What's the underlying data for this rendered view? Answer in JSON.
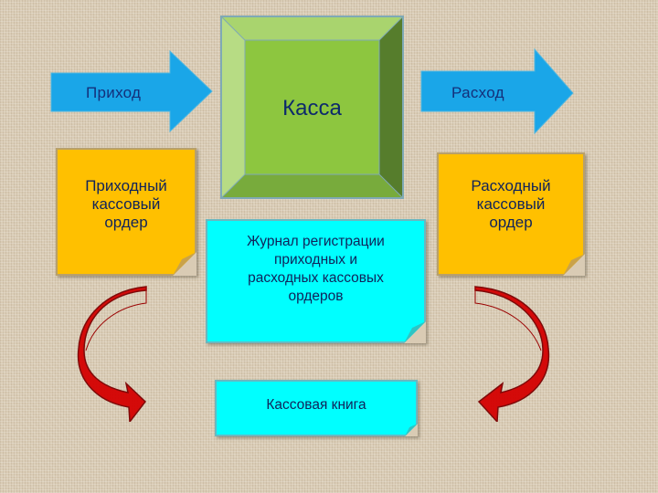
{
  "diagram": {
    "center_box": {
      "label": "Касса",
      "color": "#8dc63f"
    },
    "income_arrow": {
      "label": "Приход",
      "color": "#1aa6e8"
    },
    "expense_arrow": {
      "label": "Расход",
      "color": "#1aa6e8"
    },
    "income_order_card": {
      "lines": [
        "Приходный",
        "кассовый",
        "ордер"
      ],
      "color": "#ffc000"
    },
    "expense_order_card": {
      "lines": [
        "Расходный",
        "кассовый",
        "ордер"
      ],
      "color": "#ffc000"
    },
    "journal_card": {
      "lines": [
        "Журнал регистрации",
        "приходных и",
        "расходных кассовых",
        "ордеров"
      ],
      "color": "#00ffff"
    },
    "cash_book_card": {
      "label": "Кассовая книга",
      "color": "#00ffff"
    },
    "curved_arrows": [
      {
        "name": "left-curved-arrow",
        "direction": "down-right",
        "color": "#d40000"
      },
      {
        "name": "right-curved-arrow",
        "direction": "down-left",
        "color": "#d40000"
      }
    ]
  }
}
